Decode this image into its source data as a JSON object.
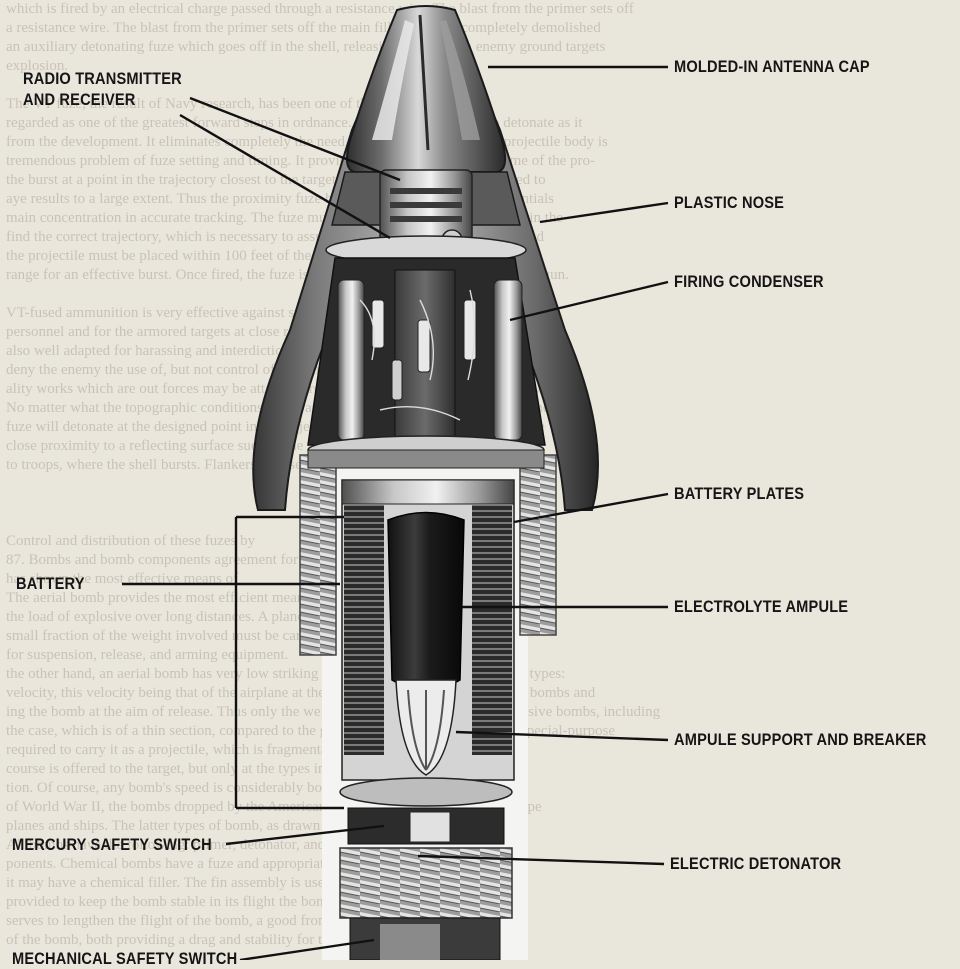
{
  "labels": {
    "radio_transmitter": [
      "RADIO TRANSMITTER",
      "AND RECEIVER"
    ],
    "antenna_cap": "MOLDED-IN ANTENNA CAP",
    "plastic_nose": "PLASTIC NOSE",
    "firing_condenser": "FIRING CONDENSER",
    "battery_plates": "BATTERY PLATES",
    "battery": "BATTERY",
    "electrolyte_ampule": "ELECTROLYTE AMPULE",
    "ampule_support": "AMPULE SUPPORT AND BREAKER",
    "mercury_switch": "MERCURY SAFETY SWITCH",
    "electric_detonator": "ELECTRIC DETONATOR",
    "mechanical_safety": "MECHANICAL SAFETY SWITCH"
  },
  "background_text": [
    "which is fired by an electrical charge passed through a resistance wire. The blast from the primer sets off",
    "a resistance wire. The blast from the primer sets off the main filler which is completely demolished",
    "an auxiliary detonating fuze which goes off in the shell, releasing its effect on enemy ground targets",
    "explosion.",
    "",
    "The VT fuze, the result of Navy research, has been one of the greatest",
    "regarded as one of the greatest forward steps in ordnance. It permits a projectile to detonate as it",
    "from the development. It eliminates completely the need for fuze setting, since the projectile body is",
    "tremendous problem of fuze setting and timing. It provides for an explosion at the time of the pro-",
    "the burst at a point in the trajectory closest to the target. It is a proximity fuze, designed to",
    "aye results to a large extent. Thus the proximity fuze has become one of the great essentials",
    "main concentration in accurate tracking. The fuze must be sealed, designed to function in the",
    "find the correct trajectory, which is necessary to assure a burst within its proper range and",
    "the projectile must be placed within 100 feet of the target, as in AA and common ground",
    "range for an effective burst. Once fired, the fuze is activated by the heavy pressure of the gun.",
    "",
    "VT-fused ammunition is very effective against surface targets, troops, and ground in the",
    "personnel and for the armored targets at close range. It penetrates the border range of the",
    "also well adapted for harassing and interdiction fire over wide areas for a long period. This is",
    "deny the enemy the use of, but not control of, certain areas of the battlefield, since it ensures",
    "ality works which are out forces may be attacked from the air. With the inside of it to have",
    "No matter what the topographic conditions of the area, the fuze acts on a burst charge. The",
    "fuze will detonate at the designed point in the trajectory, as in the case of an AA projectile",
    "close proximity to a reflecting surface such as the ground, water or the target itself, these",
    "to troops, where the shell bursts. Flankers are used as an effect.",
    "",
    "",
    "",
    "                                                            Control and distribution of these fuzes by",
    "87. Bombs and bomb components                               agreement for all countries. Common use",
    "                                                            has shown the most effective means of",
    "The aerial bomb provides the most efficient means of delivering a large",
    "the load of explosive over long distances. A plane can carry several tons, a",
    "small fraction of the weight involved must be carried as ammunition        classification",
    "for suspension, release, and arming equipment.",
    "the other hand, an aerial bomb has very low striking         their fillers there are three general types:",
    "velocity, this velocity being that of the airplane at the time of release, bombs, fragment bombs and",
    "ing the bomb at the aim of release. Thus only the weight of the bomb    varieties of explosive bombs, including",
    "the case, which is of a thin section, compared to the      general-purpose, armor-piercing, special-purpose",
    "required to carry it as a projectile, which is  fragmentation, and antisubmarine types",
    "course is offered to the target, but only at the  types include gas, smoke, and incendiary",
    "tion. Of course, any bomb's speed is considerably  bombs contain no explosive or",
    "of World War II, the bombs dropped by the American flyers were the high-explosive type",
    "planes and ships. The latter types of bomb, as drawn in figure",
    "All bombs have the following:  primer, detonator, and booster   as shown in figure",
    "ponents. Chemical bombs have a fuze and appropriate ammunition",
    "it may have a chemical filler. The fin assembly is used, and the",
    "provided to keep the bomb stable in its flight           the bomb case at the point of impact",
    "serves to lengthen the flight of the bomb, a good       from ejecting the bomb, especially",
    "of the bomb, both providing a drag and stability for the flight"
  ]
}
